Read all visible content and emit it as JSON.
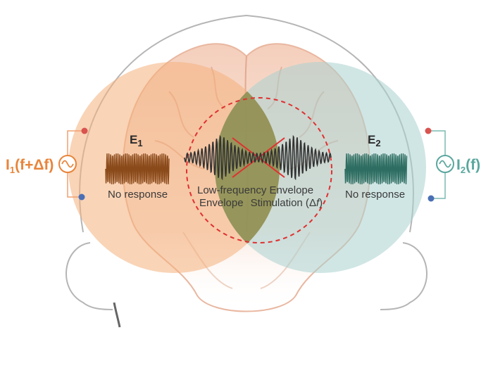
{
  "labels": {
    "e1": "E",
    "e1_sub": "1",
    "e2": "E",
    "e2_sub": "2",
    "left_no_response": "No response",
    "right_no_response": "No response",
    "center_line1": "Low-frequency Envelope",
    "center_line2_left": "Envelope",
    "center_line2_right": "Stimulation (",
    "center_delta": "Δ",
    "center_f": "f",
    "center_close": ")"
  },
  "sources": {
    "left_I": "I",
    "left_sub": "1",
    "left_rest": "(f+Δf)",
    "right_I": "I",
    "right_sub": "2",
    "right_rest": "(f)"
  },
  "colors": {
    "orange_field": "#f4b07c",
    "teal_field": "#a9d1cf",
    "overlap": "#8c8b4a",
    "left_wave": "#8a4a1a",
    "right_wave": "#2e6e62",
    "center_wave": "#333333",
    "dashed_circle": "#e03030",
    "electrode_red": "#d9534f",
    "electrode_blue": "#4a6fb5",
    "brain": "#f3c9b4"
  },
  "icons": {
    "left_source": "ac-source-icon",
    "right_source": "ac-source-icon"
  }
}
